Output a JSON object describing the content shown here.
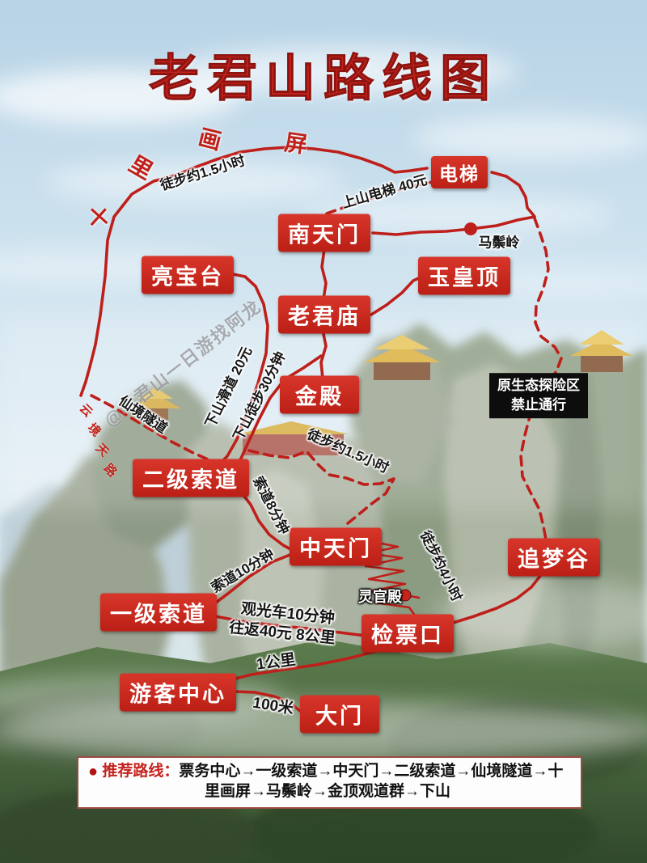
{
  "title": "老君山路线图",
  "nodes": {
    "nantianmen": "南天门",
    "dianti": "电梯",
    "yuhuangding": "玉皇顶",
    "liangbaotai": "亮宝台",
    "laojunmiao": "老君庙",
    "jindian": "金殿",
    "erjisuodao": "二级索道",
    "zhongtianmen": "中天门",
    "zhuimenggu": "追梦谷",
    "yijisuodao": "一级索道",
    "jianpiaokou": "检票口",
    "youkezhongxin": "游客中心",
    "damen": "大门"
  },
  "annotations": {
    "walk_1_5h_top": "徒步约1.5小时",
    "uphill_elevator": "上山电梯 40元",
    "mazongling": "马鬃岭",
    "slide_down": "下山滑道 20元",
    "walk_down_30": "下山徒步30分钟",
    "fairy_tunnel": "仙境隧道",
    "walk_1_5h_mid": "徒步约1.5小时",
    "cable_8min": "索道8分钟",
    "cable_10min": "索道10分钟",
    "sightseeing_bus": "观光车10分钟",
    "round_trip": "往返40元 8公里",
    "walk_4h": "徒步约4小时",
    "one_km": "1公里",
    "hundred_m": "100米",
    "lingguandian": "灵官殿"
  },
  "ridge": {
    "c1": "十",
    "c2": "里",
    "c3": "画",
    "c4": "屏"
  },
  "skyroad": {
    "c1": "云",
    "c2": "境",
    "c3": "天",
    "c4": "路"
  },
  "warning": {
    "line1": "原生态探险区",
    "line2": "禁止通行"
  },
  "watermark": "@老君山一日游找阿龙",
  "recommendation": {
    "bullet": "●",
    "label": "推荐路线：",
    "route": "票务中心→一级索道→中天门→二级索道→仙境隧道→十里画屏→马鬃岭→金顶观道群→下山"
  },
  "colors": {
    "accent_red": "#c5231d",
    "path_red": "#bf1f1a",
    "warning_bg": "#0d0d0d",
    "info_border": "#9a4b41"
  }
}
